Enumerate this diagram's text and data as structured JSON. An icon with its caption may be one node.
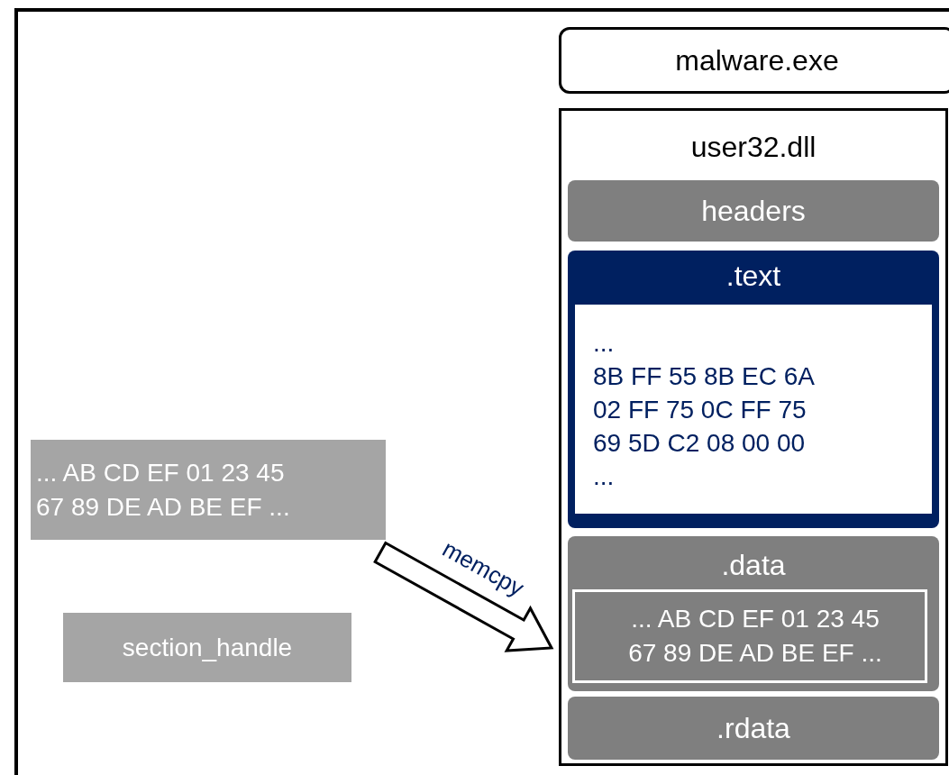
{
  "diagram": {
    "nodes": [
      {
        "text": [
          "malware.exe"
        ]
      },
      {
        "text": [
          "user32.dll"
        ]
      },
      {
        "text": [
          "headers"
        ],
        "in": 1
      },
      {
        "text": [
          ".text",
          "...",
          "8B FF 55 8B EC 6A",
          "02 FF 75 0C FF 75",
          "69 5D C2 08 00 00",
          "..."
        ],
        "in": 1
      },
      {
        "text": [
          ".data"
        ],
        "in": 1
      },
      {
        "text": [
          "... AB CD EF 01 23 45",
          "67 89 DE AD BE EF ..."
        ],
        "in": 4
      },
      {
        "text": [
          ".rdata"
        ],
        "in": 1
      },
      {
        "text": [
          "... AB CD EF 01 23 45",
          "67 89 DE AD BE EF ..."
        ]
      },
      {
        "text": [
          "section_handle"
        ]
      }
    ],
    "edges": [
      {
        "from": 7,
        "to": 5,
        "arrow": "to",
        "label": "memcpy"
      }
    ]
  }
}
